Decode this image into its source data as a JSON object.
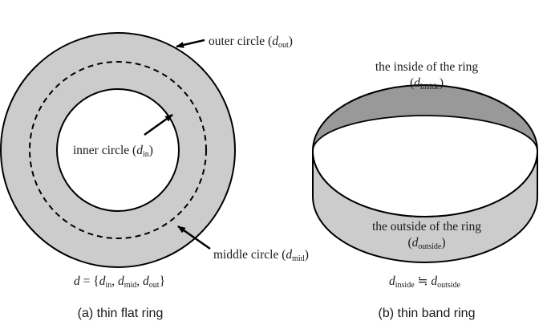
{
  "left_figure": {
    "outer_label": {
      "text": "outer circle (",
      "var": "d",
      "sub": "out",
      "close": ")"
    },
    "inner_label": {
      "text": "inner circle (",
      "var": "d",
      "sub": "in",
      "close": ")"
    },
    "middle_label": {
      "text": "middle circle (",
      "var": "d",
      "sub": "mid",
      "close": ")"
    },
    "equation": {
      "var": "d",
      "eq": " = {",
      "v1": "d",
      "s1": "in",
      "c1": ", ",
      "v2": "d",
      "s2": "mid",
      "c2": ", ",
      "v3": "d",
      "s3": "out",
      "end": "}"
    },
    "caption": "(a) thin flat ring"
  },
  "right_figure": {
    "inside_label": {
      "line1": "the inside of the ring",
      "open": "(",
      "var": "d",
      "sub": "inside",
      "close": ")"
    },
    "outside_label": {
      "line1": "the outside of the ring",
      "open": "(",
      "var": "d",
      "sub": "outside",
      "close": ")"
    },
    "equation": {
      "v1": "d",
      "s1": "inside",
      "op": " ≒ ",
      "v2": "d",
      "s2": "outside"
    },
    "caption": "(b) thin band ring"
  },
  "colors": {
    "ring_fill": "#cccccc",
    "inner_band": "#999999",
    "stroke": "#000000"
  }
}
